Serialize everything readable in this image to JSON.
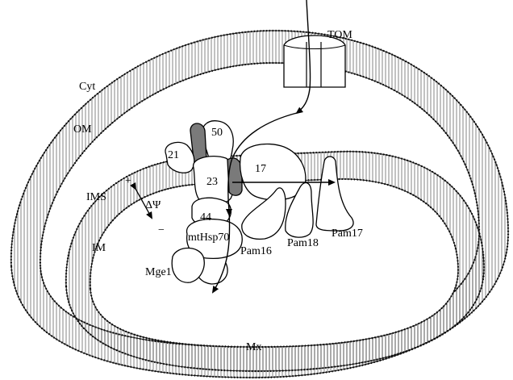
{
  "labels": {
    "tom": "TOM",
    "cyt": "Cyt",
    "om": "OM",
    "ims": "IMS",
    "im": "IM",
    "mx": "Mx",
    "plus": "+",
    "minus": "−",
    "delta_psi": "ΔΨ"
  },
  "proteins": {
    "p50": "50",
    "p21": "21",
    "p23": "23",
    "p17": "17",
    "p44": "44",
    "mthsp70": "mtHsp70",
    "mge1": "Mge1",
    "pam16": "Pam16",
    "pam18": "Pam18",
    "pam17": "Pam17"
  }
}
